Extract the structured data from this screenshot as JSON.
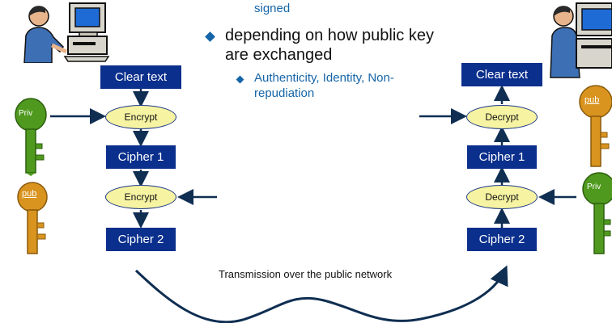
{
  "bullets": {
    "signed_fragment": "signed",
    "level1": "depending on how public key are exchanged",
    "level1_line1": "depending on how public key",
    "level1_line2": "are exchanged",
    "level2": "Authenticity, Identity, Non-repudiation",
    "level2_line1": "Authenticity, Identity, Non-",
    "level2_line2": "repudiation"
  },
  "sender": {
    "clear_text": "Clear text",
    "encrypt1": "Encrypt",
    "cipher1": "Cipher 1",
    "encrypt2": "Encrypt",
    "cipher2": "Cipher 2",
    "key_top": "Priv",
    "key_bottom": "pub"
  },
  "receiver": {
    "clear_text": "Clear text",
    "decrypt1": "Decrypt",
    "cipher1": "Cipher 1",
    "decrypt2": "Decrypt",
    "cipher2": "Cipher 2",
    "key_top": "pub",
    "key_bottom": "Priv"
  },
  "network_label": "Transmission over the public network",
  "colors": {
    "box_fill": "#0b2f8c",
    "ellipse_fill": "#f6f3a2",
    "arrow": "#0f2e52",
    "bullet_level2": "#1565a8",
    "key_green": "#4f9a1e",
    "key_orange": "#d9941f"
  },
  "icons": [
    "person-at-computer-icon",
    "key-icon"
  ]
}
